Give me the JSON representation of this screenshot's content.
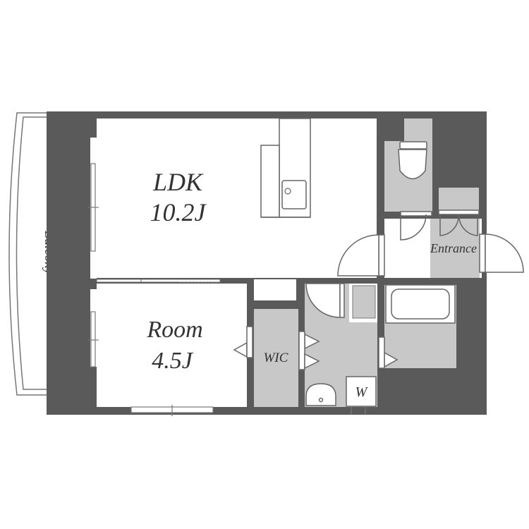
{
  "colors": {
    "wall": "#5a5a5a",
    "floor": "#ffffff",
    "wet_area": "#c8c8c8",
    "line": "#555555",
    "text": "#333333"
  },
  "labels": {
    "balcony": "Balcony",
    "ldk_name": "LDK",
    "ldk_size": "10.2J",
    "room_name": "Room",
    "room_size": "4.5J",
    "wic": "WIC",
    "entrance": "Entrance",
    "washer": "W"
  }
}
